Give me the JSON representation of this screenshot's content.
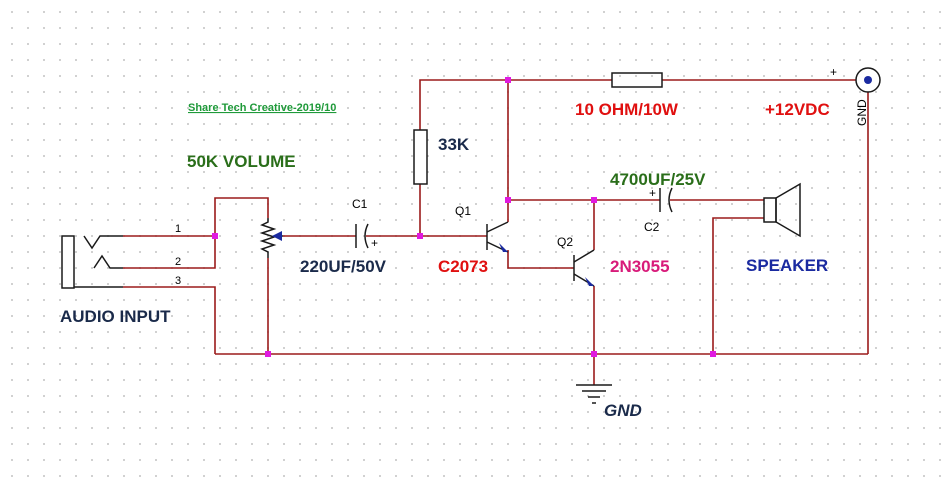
{
  "credit": "Share Tech Creative-2019/10",
  "labels": {
    "volume": "50K VOLUME",
    "audio_input": "AUDIO INPUT",
    "c1_value": "220UF/50V",
    "r1_value": "33K",
    "q1_part": "C2073",
    "q2_part": "2N3055",
    "r2_value": "10 OHM/10W",
    "supply": "+12VDC",
    "c2_value": "4700UF/25V",
    "speaker": "SPEAKER",
    "gnd": "GND",
    "gnd_vertical": "GND"
  },
  "refs": {
    "c1": "C1",
    "c2": "C2",
    "q1": "Q1",
    "q2": "Q2"
  },
  "pins": {
    "p1": "1",
    "p2": "2",
    "p3": "3"
  },
  "polarity": {
    "c1_plus": "+",
    "c2_plus": "+",
    "supply_plus": "+"
  },
  "colors": {
    "wire": "#9b1b1b",
    "node": "#e01ae0",
    "component": "#1a1a1a",
    "credit": "#1f9a3a",
    "red_label": "#e01010",
    "green_label": "#2a6e1a",
    "dark_label": "#1a2a4a",
    "blue_label": "#1a2aa0",
    "magenta_label": "#d81b7a",
    "arrow": "#1a2aa0"
  }
}
